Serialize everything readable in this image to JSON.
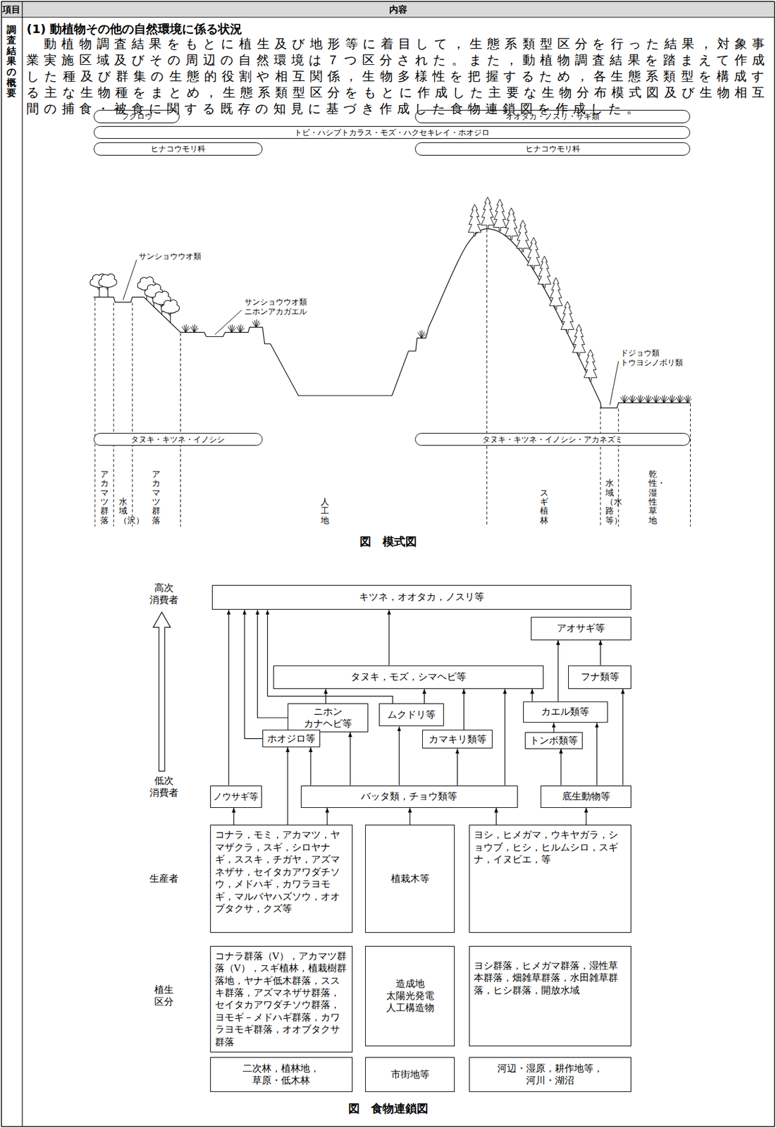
{
  "diagram": {
    "nodes": [
      {
        "text": [
          "フクロウ"
        ]
      },
      {
        "text": [
          "オオタカ・ノスリ・サギ類"
        ]
      },
      {
        "text": [
          "トビ・ハシブトカラス・モズ・ハクセキレイ・ホオジロ"
        ]
      },
      {
        "text": [
          "ヒナコウモリ科"
        ]
      },
      {
        "text": [
          "ヒナコウモリ科"
        ]
      },
      {
        "text": [
          "タヌキ・キツネ・イノシシ"
        ]
      },
      {
        "text": [
          "タヌキ・キツネ・イノシシ・アカネズミ"
        ]
      },
      {
        "text": [
          "キツネ，オオタカ，ノスリ等"
        ]
      },
      {
        "text": [
          "アオサギ等"
        ]
      },
      {
        "text": [
          "タヌキ，モズ，シマヘビ等"
        ]
      },
      {
        "text": [
          "フナ類等"
        ]
      },
      {
        "text": [
          "ニホン カナヘビ等"
        ]
      },
      {
        "text": [
          "ムクドリ等"
        ]
      },
      {
        "text": [
          "カエル類等"
        ]
      },
      {
        "text": [
          "ホオジロ等"
        ]
      },
      {
        "text": [
          "カマキリ類等"
        ]
      },
      {
        "text": [
          "トンボ類等"
        ]
      },
      {
        "text": [
          "ノウサギ等"
        ]
      },
      {
        "text": [
          "バッタ類，チョウ類等"
        ]
      },
      {
        "text": [
          "底生動物等"
        ]
      },
      {
        "text": [
          "コナラ，モミ，アカマツ，ヤマザクラ，スギ，シロヤナギ，ススキ，チガヤ，アズマネザサ，セイタカアワダチソウ，メドハギ，カワラヨモギ，マルバヤハズソウ，オオブタクサ，クズ等"
        ]
      },
      {
        "text": [
          "植栽木等"
        ]
      },
      {
        "text": [
          "ヨシ，ヒメガマ，ウキヤガラ，ショウブ，ヒシ，ヒルムシロ，スギナ，イヌビエ，等"
        ]
      },
      {
        "text": [
          "コナラ群落（V），アカマツ群落（V），スギ植林，植栽樹群落地，ヤナギ低木群落，ススキ群落，アズマネザサ群落，セイタカアワダチソウ群落，ヨモギ－メドハギ群落，カワラヨモギ群落，オオブタクサ群落"
        ]
      },
      {
        "text": [
          "造成地 太陽光発電 人工構造物"
        ]
      },
      {
        "text": [
          "ヨシ群落，ヒメガマ群落，湿性草本群落，畑雑草群落，水田雑草群落，ヒシ群落，開放水域"
        ]
      },
      {
        "text": [
          "二次林，植林地， 草原・低木林"
        ]
      },
      {
        "text": [
          "市街地等"
        ]
      },
      {
        "text": [
          "河辺・湿原，耕作地等， 河川・湖沼"
        ]
      }
    ],
    "edges": [
      {
        "from": 17,
        "to": 7,
        "arrow": "to"
      },
      {
        "from": 14,
        "to": 7,
        "arrow": "to"
      },
      {
        "from": 11,
        "to": 7,
        "arrow": "to"
      },
      {
        "from": 12,
        "to": 7,
        "arrow": "to"
      },
      {
        "from": 9,
        "to": 7,
        "arrow": "to"
      },
      {
        "from": 13,
        "to": 8,
        "arrow": "to"
      },
      {
        "from": 10,
        "to": 8,
        "arrow": "to"
      },
      {
        "from": 11,
        "to": 9,
        "arrow": "to"
      },
      {
        "from": 12,
        "to": 9,
        "arrow": "to"
      },
      {
        "from": 15,
        "to": 9,
        "arrow": "to"
      },
      {
        "from": 18,
        "to": 9,
        "arrow": "to"
      },
      {
        "from": 13,
        "to": 9,
        "arrow": "to"
      },
      {
        "from": 18,
        "to": 11,
        "arrow": "to"
      },
      {
        "from": 18,
        "to": 12,
        "arrow": "to"
      },
      {
        "from": 20,
        "to": 14,
        "arrow": "to"
      },
      {
        "from": 18,
        "to": 14,
        "arrow": "to"
      },
      {
        "from": 18,
        "to": 15,
        "arrow": "to"
      },
      {
        "from": 19,
        "to": 16,
        "arrow": "to"
      },
      {
        "from": 19,
        "to": 13,
        "arrow": "to"
      },
      {
        "from": 19,
        "to": 10,
        "arrow": "to"
      },
      {
        "from": 16,
        "to": 13,
        "arrow": "to"
      },
      {
        "from": 20,
        "to": 17,
        "arrow": "to"
      },
      {
        "from": 20,
        "to": 18,
        "arrow": "to"
      },
      {
        "from": 21,
        "to": 18,
        "arrow": "to"
      },
      {
        "from": 22,
        "to": 18,
        "arrow": "to"
      },
      {
        "from": 22,
        "to": 19,
        "arrow": "to"
      }
    ],
    "labels": [
      "項目",
      "内容",
      "調査結果の概要",
      "(1) 動植物その他の自然環境に係る状況",
      "動植物調査結果をもとに植生及び地形等に着目して，生態系類型区分を行った結果，対象事業実施区域及びその周辺の自然環境は７つ区分された。また，動植物調査結果を踏まえて作成した種及び群集の生態的役割や相互関係，生物多様性を把握するため，各生態系類型を構成する主な生物種をまとめ，生態系類型区分をもとに作成した主要な生物分布模式図及び生物相互間の捕食・被食に関する既存の知見に基づき作成した食物連鎖図を作成した。",
      "サンショウウオ類",
      "サンショウウオ類 ニホンアカガエル",
      "ドジョウ類 トウヨシノボリ類",
      "アカマツ群落",
      "水域（沢）",
      "アカマツ群落",
      "人工地",
      "スギ植林",
      "水域（水路等）",
      "乾性・湿性草地",
      "図　模式図",
      "高次 消費者",
      "低次 消費者",
      "生産者",
      "植生 区分",
      "図　食物連鎖図"
    ]
  }
}
